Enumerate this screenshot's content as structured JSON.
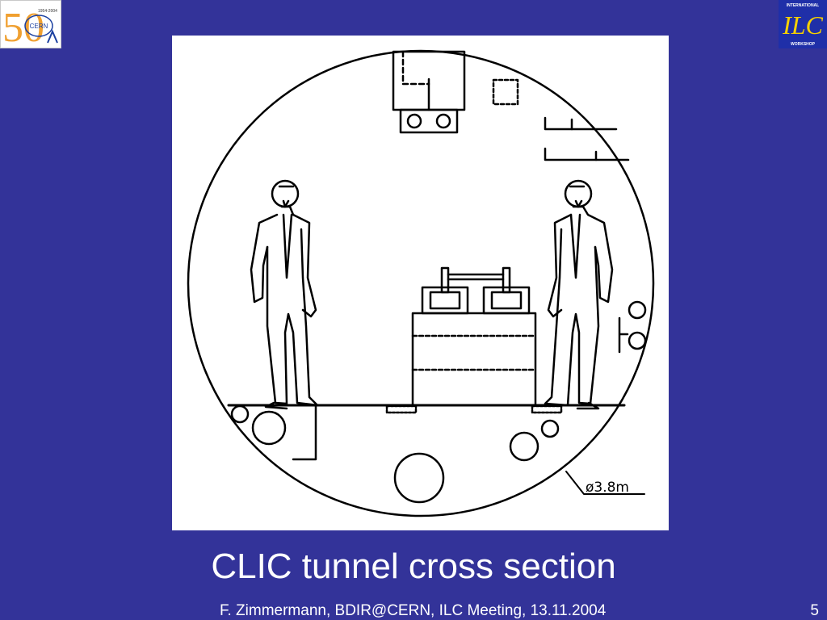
{
  "logos": {
    "cern": {
      "years": "1954-2004",
      "name": "CERN",
      "numeral": "50"
    },
    "ilc": {
      "top_text": "INTERNATIONAL",
      "letters": "ILC",
      "bottom_text": "WORKSHOP",
      "color": "#1f2fa8",
      "accent": "#f5d000"
    }
  },
  "diagram": {
    "diameter_label": "ø3.8m"
  },
  "title": "CLIC tunnel cross section",
  "footer": {
    "text": "F. Zimmermann, BDIR@CERN,  ILC Meeting, 13.11.2004",
    "page": "5"
  },
  "colors": {
    "background": "#333399",
    "text": "#ffffff"
  }
}
